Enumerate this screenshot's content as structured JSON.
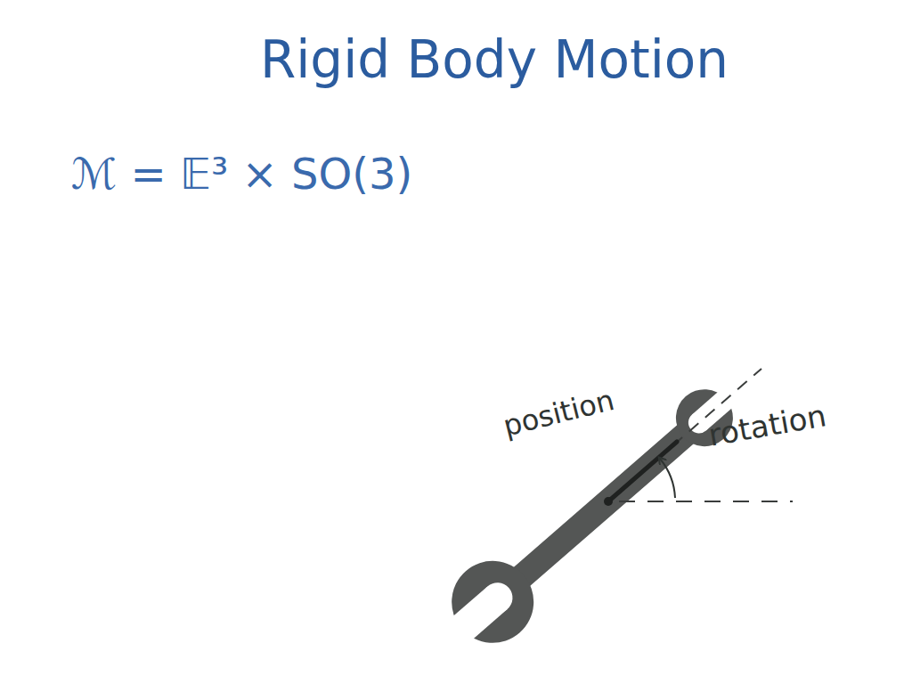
{
  "diagram": {
    "title": "Rigid Body Motion",
    "labels": [
      "ℳ = 𝔼³ × SO(3)",
      "position",
      "rotation"
    ]
  }
}
